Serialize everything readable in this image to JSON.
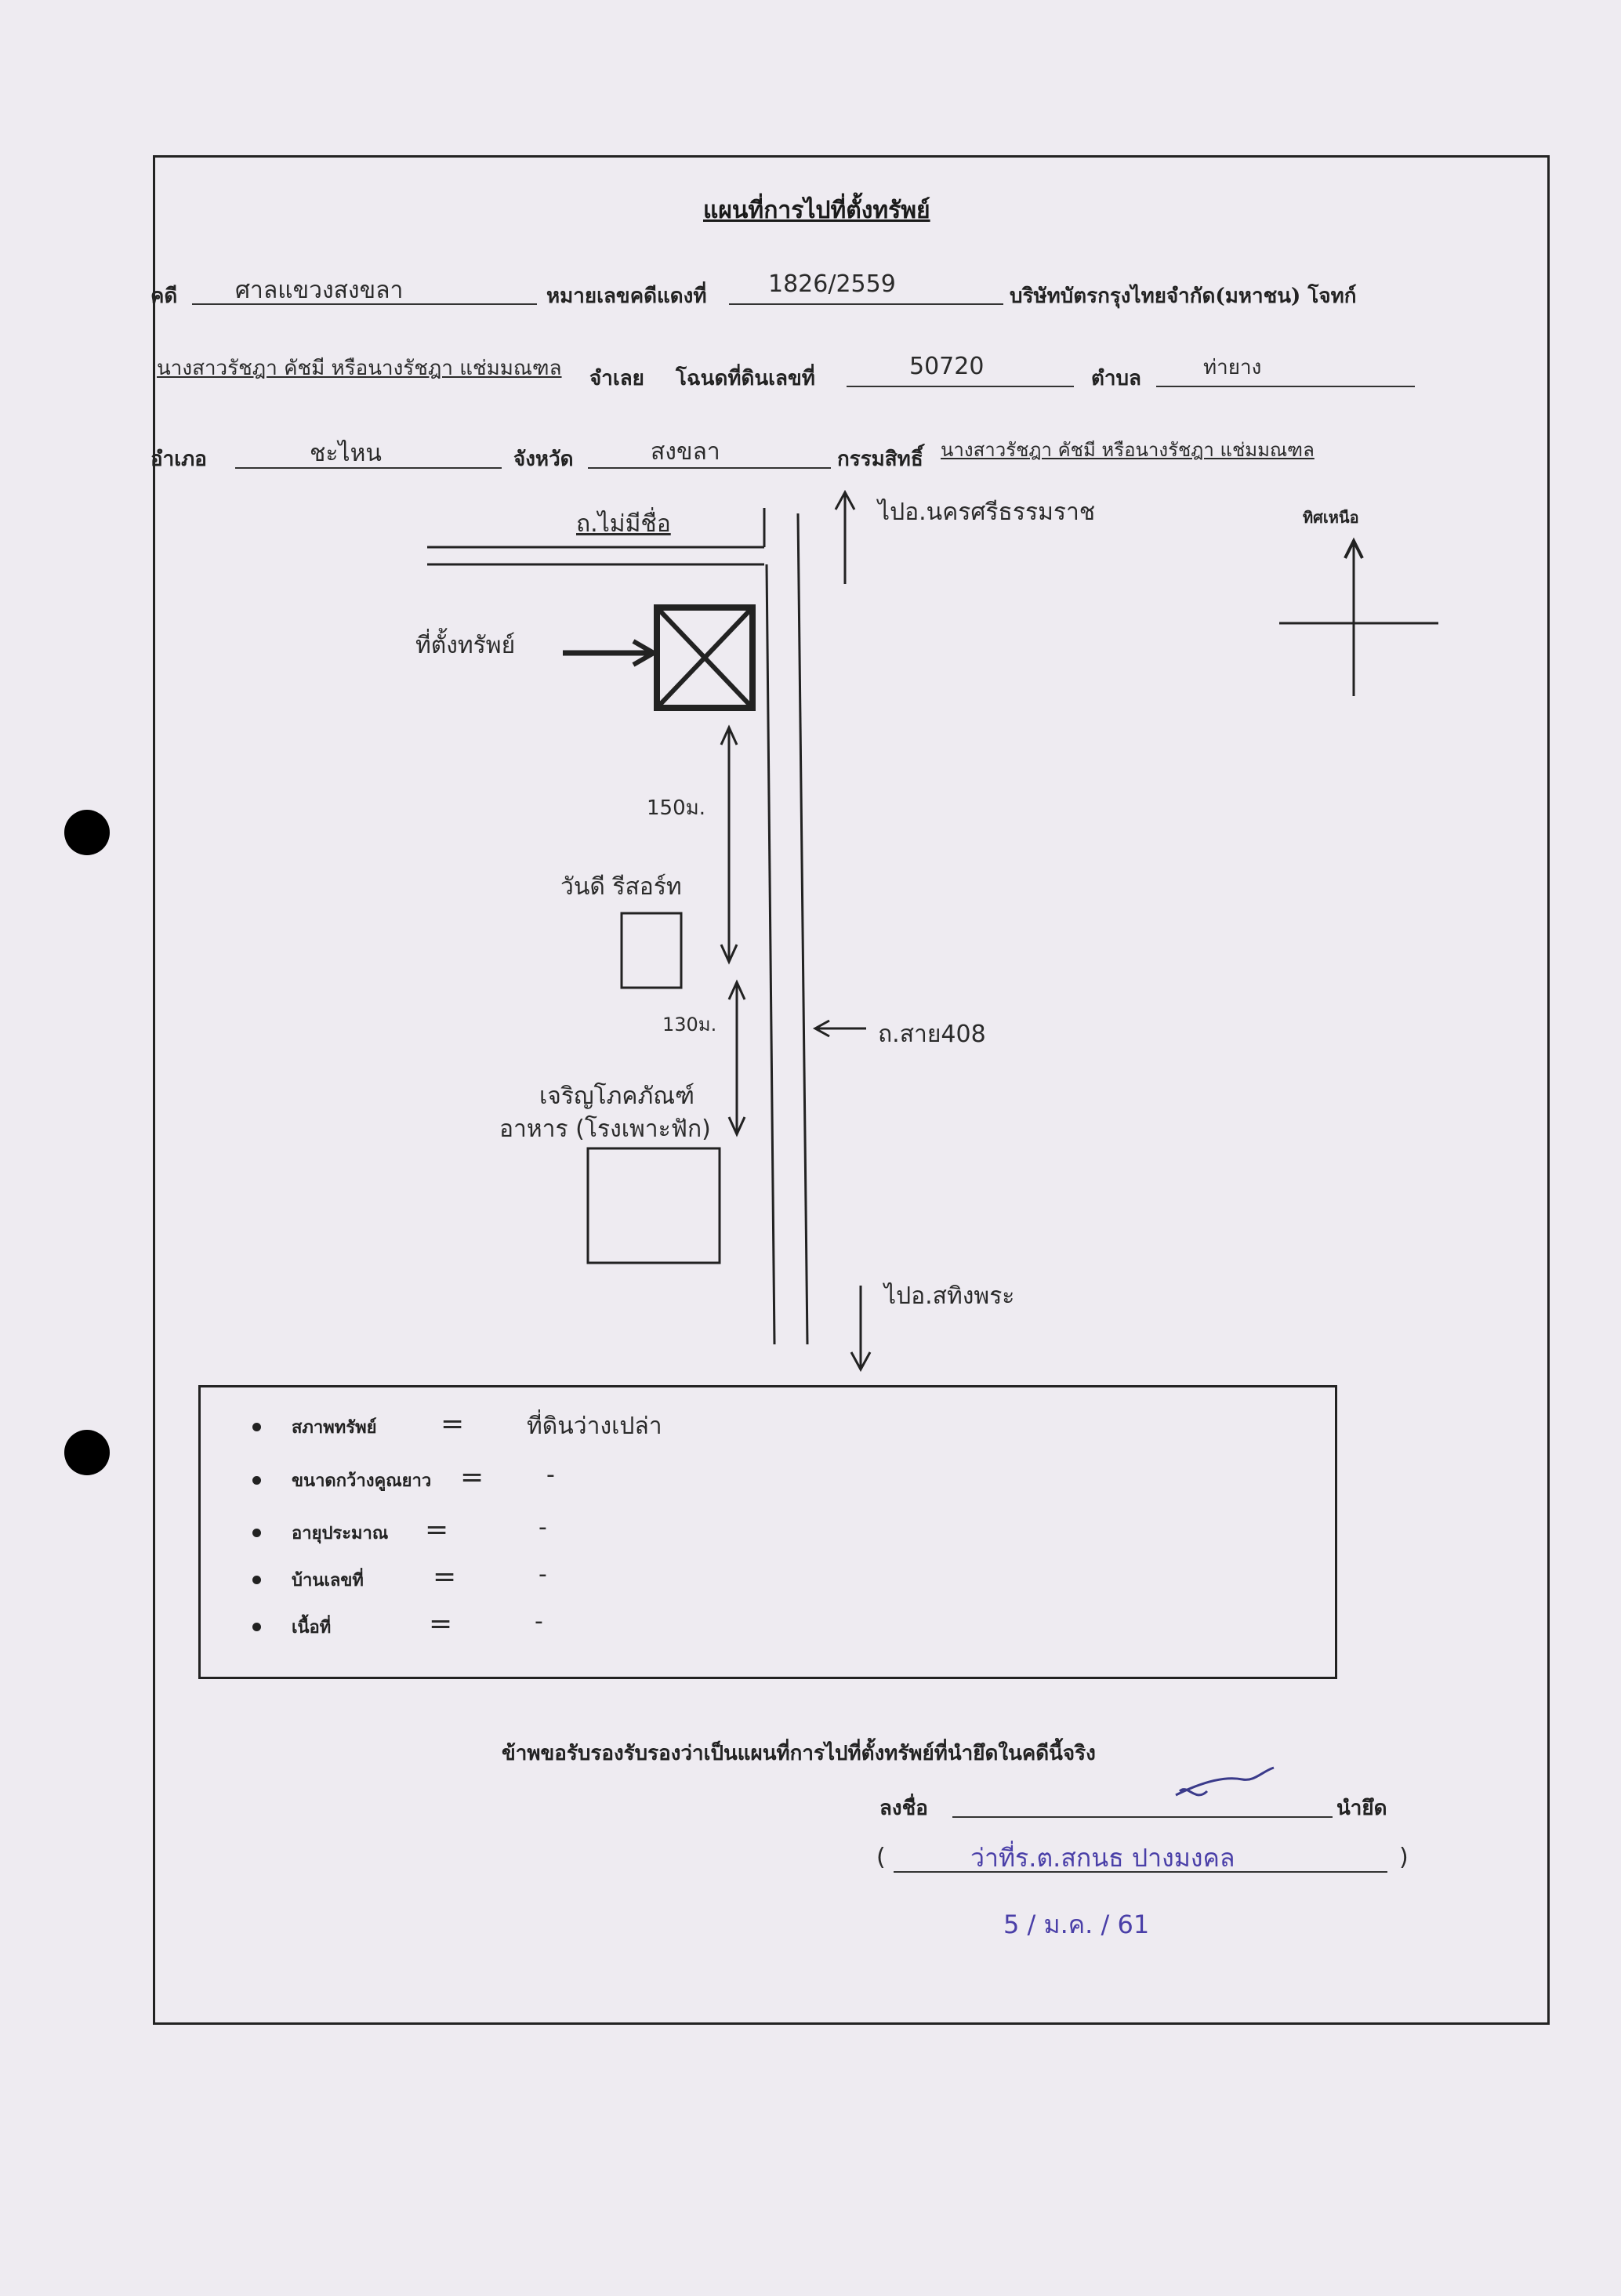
{
  "title": "แผนที่การไปที่ตั้งทรัพย์",
  "case": {
    "label_case": "คดี",
    "court": "ศาลแขวงสงขลา",
    "label_red_no": "หมายเลขคดีแดงที่",
    "red_no": "1826/2559",
    "plaintiff": "บริษัทบัตรกรุงไทยจำกัด(มหาชน) โจทก์",
    "defendant": "นางสาวรัชฎา คัชมี หรือนางรัชฎา แช่มมณฑล",
    "label_defendant_suffix": "จำเลย",
    "label_deed_no": "โฉนดที่ดินเลขที่",
    "deed_no": "50720",
    "label_subdistrict": "ตำบล",
    "subdistrict": "ท่ายาง",
    "label_district": "อำเภอ",
    "district": "ชะไหน",
    "label_province": "จังหวัด",
    "province": "สงขลา",
    "label_owner": "กรรมสิทธิ์",
    "owner": "นางสาวรัชฎา คัชมี หรือนางรัชฎา แช่มมณฑล"
  },
  "map": {
    "road_top": "ถ.ไม่มีชื่อ",
    "to_north_city": "ไปอ.นครศรีธรรมราช",
    "north_label": "ทิศเหนือ",
    "property_label": "ที่ตั้งทรัพย์",
    "distance_1": "150ม.",
    "landmark_1": "วันดี รีสอร์ท",
    "distance_2": "130ม.",
    "landmark_2_line1": "เจริญโภคภัณฑ์",
    "landmark_2_line2": "อาหาร (โรงเพาะฟัก)",
    "highway": "ถ.สาย408",
    "to_south_city": "ไปอ.สทิงพระ"
  },
  "property_info": [
    {
      "label": "สภาพทรัพย์",
      "eq": "=",
      "value": "ที่ดินว่างเปล่า"
    },
    {
      "label": "ขนาดกว้างคูณยาว",
      "eq": "=",
      "value": "-"
    },
    {
      "label": "อายุประมาณ",
      "eq": "=",
      "value": "-"
    },
    {
      "label": "บ้านเลขที่",
      "eq": "=",
      "value": "-"
    },
    {
      "label": "เนื้อที่",
      "eq": "=",
      "value": "-"
    }
  ],
  "certification": {
    "statement": "ข้าพขอรับรองรับรองว่าเป็นแผนที่การไปที่ตั้งทรัพย์ที่นำยึดในคดีนี้จริง",
    "label_sign": "ลงชื่อ",
    "label_role": "นำยึด",
    "signer_name": "ว่าที่ร.ต.สกนธ ปางมงคล",
    "paren_open": "(",
    "paren_close": ")",
    "date": "5 / ม.ค. / 61"
  }
}
